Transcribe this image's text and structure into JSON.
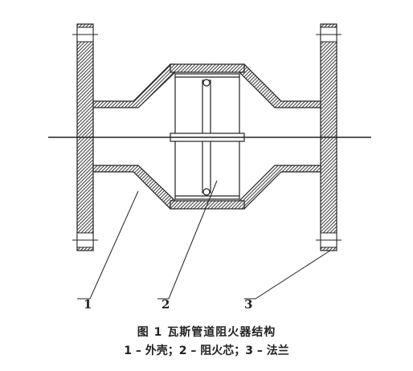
{
  "figure": {
    "title": "图 1   瓦斯管道阻火器结构",
    "legend": "1 – 外壳；2 – 阻火芯；3 – 法兰",
    "callouts": [
      {
        "number": "1"
      },
      {
        "number": "2"
      },
      {
        "number": "3"
      }
    ],
    "colors": {
      "line": "#222222",
      "hatch": "#555555",
      "background": "#ffffff"
    }
  }
}
